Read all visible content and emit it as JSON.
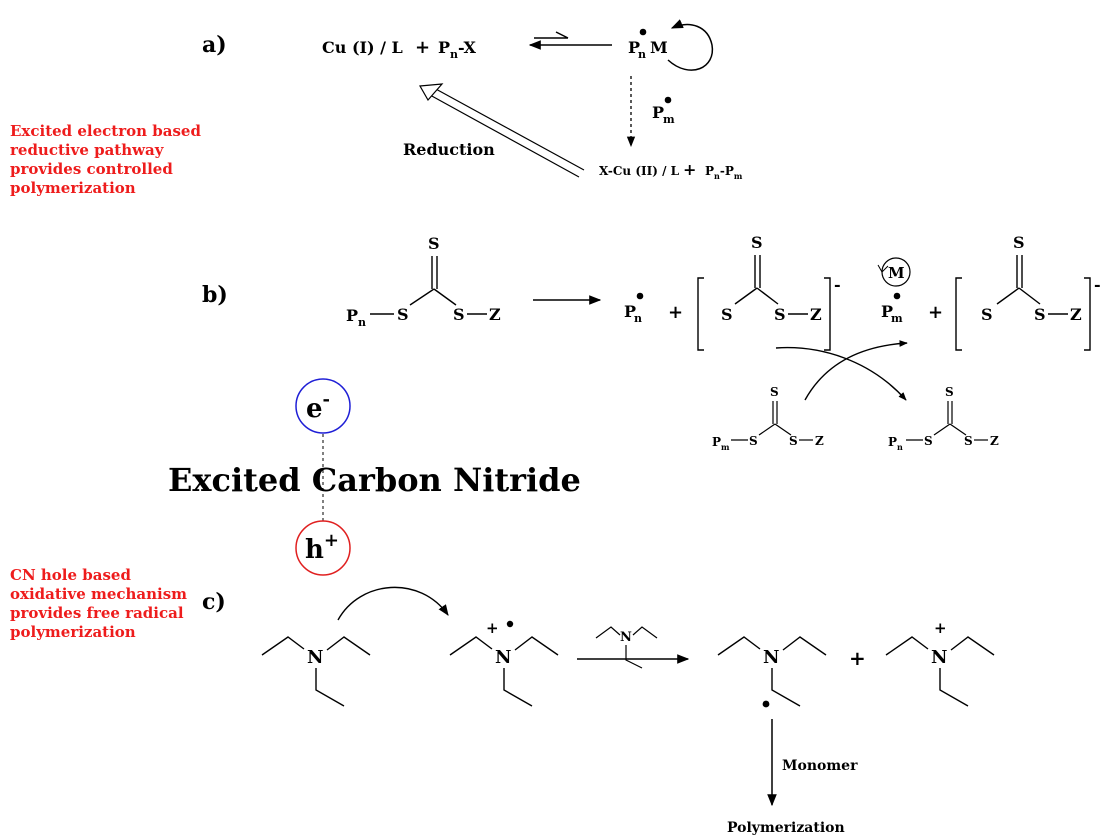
{
  "colors": {
    "red_text": "#ee1c1c",
    "electron_circle": "#1f1fd6",
    "hole_circle": "#e02020",
    "ink": "#000000"
  },
  "notes": {
    "reductive": "Excited electron based\nreductive pathway\nprovides controlled\npolymerization",
    "oxidative": "CN hole based\noxidative mechanism\nprovides free radical\npolymerization"
  },
  "center": {
    "title": "Excited Carbon Nitride",
    "electron_base": "e",
    "electron_sup": "-",
    "hole_base": "h",
    "hole_sup": "+"
  },
  "panel_a": {
    "label": "a)",
    "cu1": "Cu (I) / L",
    "plus": "+",
    "pnx_p": "P",
    "pnx_n": "n",
    "pnx_x": "-X",
    "pn_p": "P",
    "pn_n": "n",
    "monomer": "M",
    "pm_p": "P",
    "pm_m": "m",
    "reduction": "Reduction",
    "cu2": "X-Cu (II) / L",
    "plus2": "+",
    "prod_p1": "P",
    "prod_n": "n",
    "prod_dash": "-P",
    "prod_m": "m"
  },
  "panel_b": {
    "label": "b)",
    "s_top": "S",
    "s_left": "S",
    "s_right": "S",
    "z": "Z",
    "p": "P",
    "n": "n",
    "m": "m",
    "plus": "+",
    "minus": "-",
    "monomer": "M"
  },
  "panel_c": {
    "label": "c)",
    "n": "N",
    "plus_sign": "+",
    "reaction_plus": "+",
    "monomer": "Monomer",
    "polymerization": "Polymerization"
  }
}
